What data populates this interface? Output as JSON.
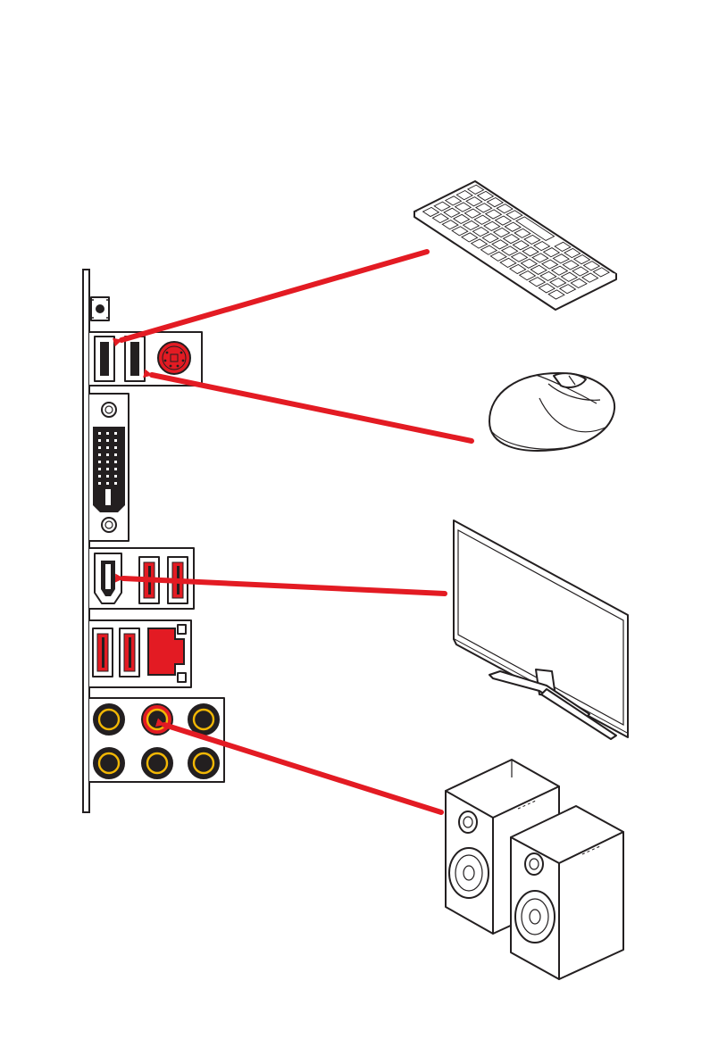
{
  "colors": {
    "accent_red": "#e31b23",
    "outline": "#231f20",
    "jack_gold": "#f2b705",
    "port_dark": "#231f20",
    "background": "#ffffff"
  },
  "io_panel": {
    "name": "rear-io-panel",
    "ports": [
      "clear-cmos-button",
      "usb-2-port-1",
      "usb-2-port-2",
      "ps2-port",
      "dvi-d-port",
      "hdmi-port",
      "usb-3-port-1",
      "usb-3-port-2",
      "usb-3-port-3",
      "usb-3-port-4",
      "lan-port",
      "audio-jack-line-in",
      "audio-jack-line-out",
      "audio-jack-mic-in",
      "audio-jack-rs-out",
      "audio-jack-cs-out",
      "audio-jack-side-out"
    ]
  },
  "devices": [
    {
      "name": "keyboard",
      "icon": "keyboard-icon",
      "connects_to": "usb-2-port-1"
    },
    {
      "name": "mouse",
      "icon": "mouse-icon",
      "connects_to": "usb-2-port-2"
    },
    {
      "name": "monitor",
      "icon": "monitor-icon",
      "connects_to": "hdmi-port"
    },
    {
      "name": "speakers",
      "icon": "speakers-icon",
      "connects_to": "audio-jack-line-out"
    }
  ]
}
